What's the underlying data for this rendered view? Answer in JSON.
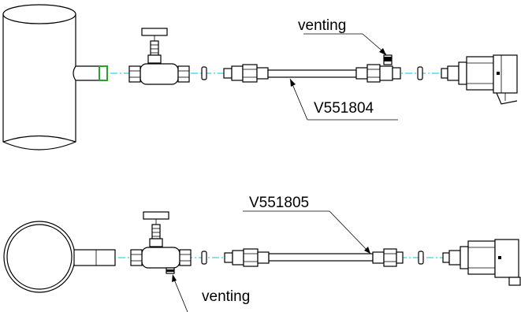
{
  "labels": {
    "top_venting": "venting",
    "top_part": "V551804",
    "bottom_part": "V551805",
    "bottom_venting": "venting"
  },
  "colors": {
    "centerline": "#00c8e6",
    "weld_mark": "#2e9e2e",
    "stroke": "#000000"
  }
}
